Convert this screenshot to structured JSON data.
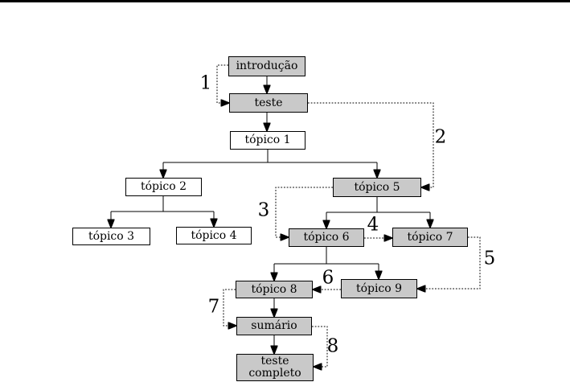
{
  "figure": {
    "type": "flowchart",
    "language": "pt",
    "colors": {
      "node_fill_gray": "#c9c9c9",
      "node_fill_white": "#ffffff",
      "line": "#000000"
    },
    "nodes": [
      {
        "label": "introdução",
        "fill": "gray"
      },
      {
        "label": "teste",
        "fill": "gray"
      },
      {
        "label": "tópico 1",
        "fill": "white"
      },
      {
        "label": "tópico 2",
        "fill": "white"
      },
      {
        "label": "tópico 3",
        "fill": "white"
      },
      {
        "label": "tópico 4",
        "fill": "white"
      },
      {
        "label": "tópico 5",
        "fill": "gray"
      },
      {
        "label": "tópico 6",
        "fill": "gray"
      },
      {
        "label": "tópico 7",
        "fill": "gray"
      },
      {
        "label": "tópico 8",
        "fill": "gray"
      },
      {
        "label": "tópico 9",
        "fill": "gray"
      },
      {
        "label": "sumário",
        "fill": "gray"
      },
      {
        "label": "teste\ncompleto",
        "fill": "gray"
      }
    ],
    "solid_edges": [
      {
        "from": "introdução",
        "to": "teste"
      },
      {
        "from": "teste",
        "to": "tópico 1"
      },
      {
        "from": "tópico 1",
        "to": "tópico 2"
      },
      {
        "from": "tópico 1",
        "to": "tópico 5"
      },
      {
        "from": "tópico 2",
        "to": "tópico 3"
      },
      {
        "from": "tópico 2",
        "to": "tópico 4"
      },
      {
        "from": "tópico 5",
        "to": "tópico 6"
      },
      {
        "from": "tópico 5",
        "to": "tópico 7"
      },
      {
        "from": "tópico 6",
        "to": "tópico 8"
      },
      {
        "from": "tópico 6",
        "to": "tópico 9"
      },
      {
        "from": "tópico 8",
        "to": "sumário"
      },
      {
        "from": "sumário",
        "to": "teste completo"
      }
    ],
    "numbered_edges": [
      {
        "n": "1",
        "from": "introdução",
        "to": "teste"
      },
      {
        "n": "2",
        "from": "teste",
        "to": "tópico 5"
      },
      {
        "n": "3",
        "from": "tópico 5",
        "to": "tópico 6"
      },
      {
        "n": "4",
        "from": "tópico 6",
        "to": "tópico 7"
      },
      {
        "n": "5",
        "from": "tópico 7",
        "to": "tópico 9"
      },
      {
        "n": "6",
        "from": "tópico 9",
        "to": "tópico 8"
      },
      {
        "n": "7",
        "from": "tópico 8",
        "to": "sumário"
      },
      {
        "n": "8",
        "from": "sumário",
        "to": "teste completo"
      }
    ]
  }
}
